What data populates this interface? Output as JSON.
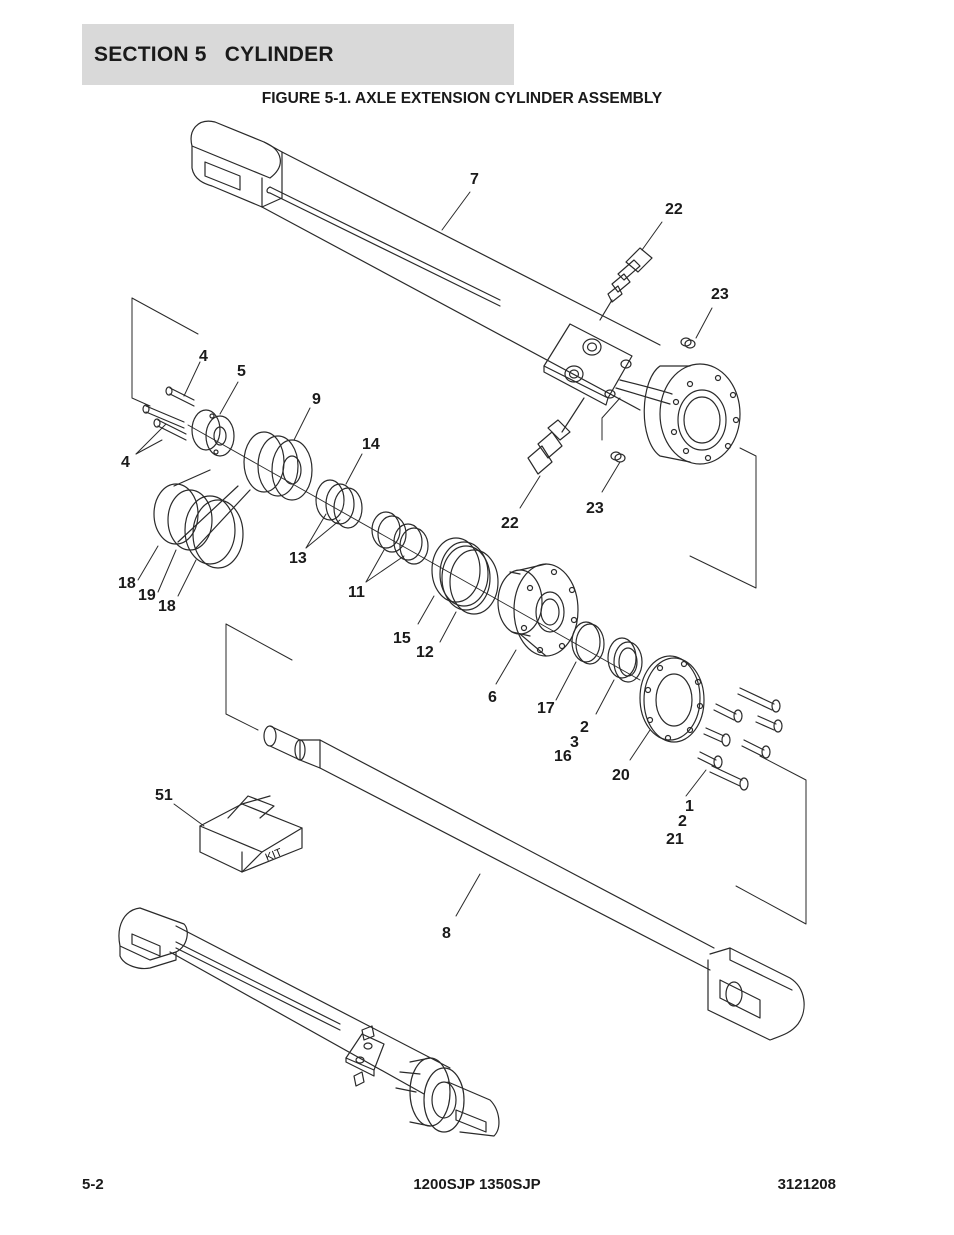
{
  "header": {
    "section_title": "SECTION 5   CYLINDER"
  },
  "figure": {
    "title": "FIGURE 5-1. AXLE EXTENSION CYLINDER ASSEMBLY",
    "kit_label": "KIT"
  },
  "callouts": [
    "7",
    "22",
    "23",
    "4",
    "5",
    "9",
    "14",
    "4",
    "22",
    "23",
    "13",
    "18",
    "19",
    "18",
    "11",
    "15",
    "12",
    "6",
    "17",
    "2",
    "3",
    "16",
    "20",
    "51",
    "1",
    "2",
    "21",
    "8"
  ],
  "footer": {
    "page_number": "5-2",
    "model": "1200SJP 1350SJP",
    "doc_number": "3121208"
  }
}
